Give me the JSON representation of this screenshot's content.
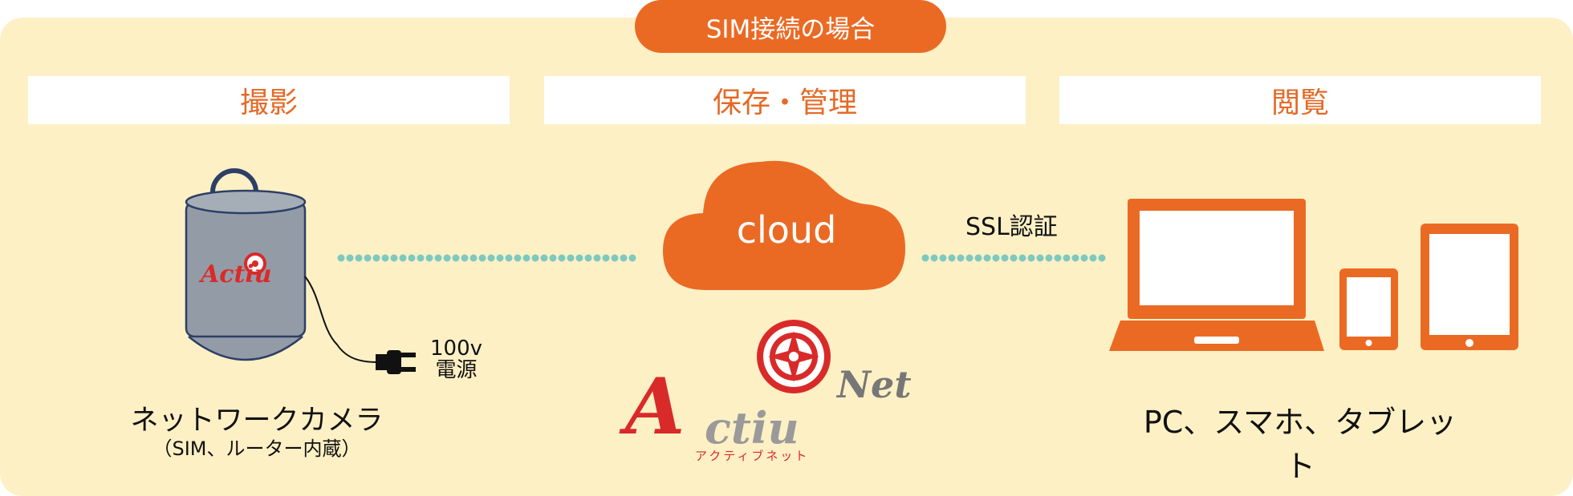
{
  "title": "SIM接続の場合",
  "sections": {
    "capture": "撮影",
    "storage": "保存・管理",
    "viewing": "閲覧"
  },
  "camera": {
    "name": "ネットワークカメラ",
    "detail": "（SIM、ルーター内蔵）",
    "power_voltage": "100v",
    "power_label": "電源",
    "logo_text": "Actiu"
  },
  "cloud": {
    "label": "cloud"
  },
  "connection": {
    "ssl_label": "SSL認証"
  },
  "logo": {
    "brand": "ActiuNet",
    "net": "Net",
    "kana": "アクティブネット"
  },
  "devices": {
    "label": "PC、スマホ、タブレット"
  },
  "colors": {
    "accent": "#ea6a24",
    "panel": "#fdf0c4",
    "dots": "#7cc9c0",
    "logo_red": "#d92a2a",
    "logo_gray": "#9a9a9a"
  }
}
